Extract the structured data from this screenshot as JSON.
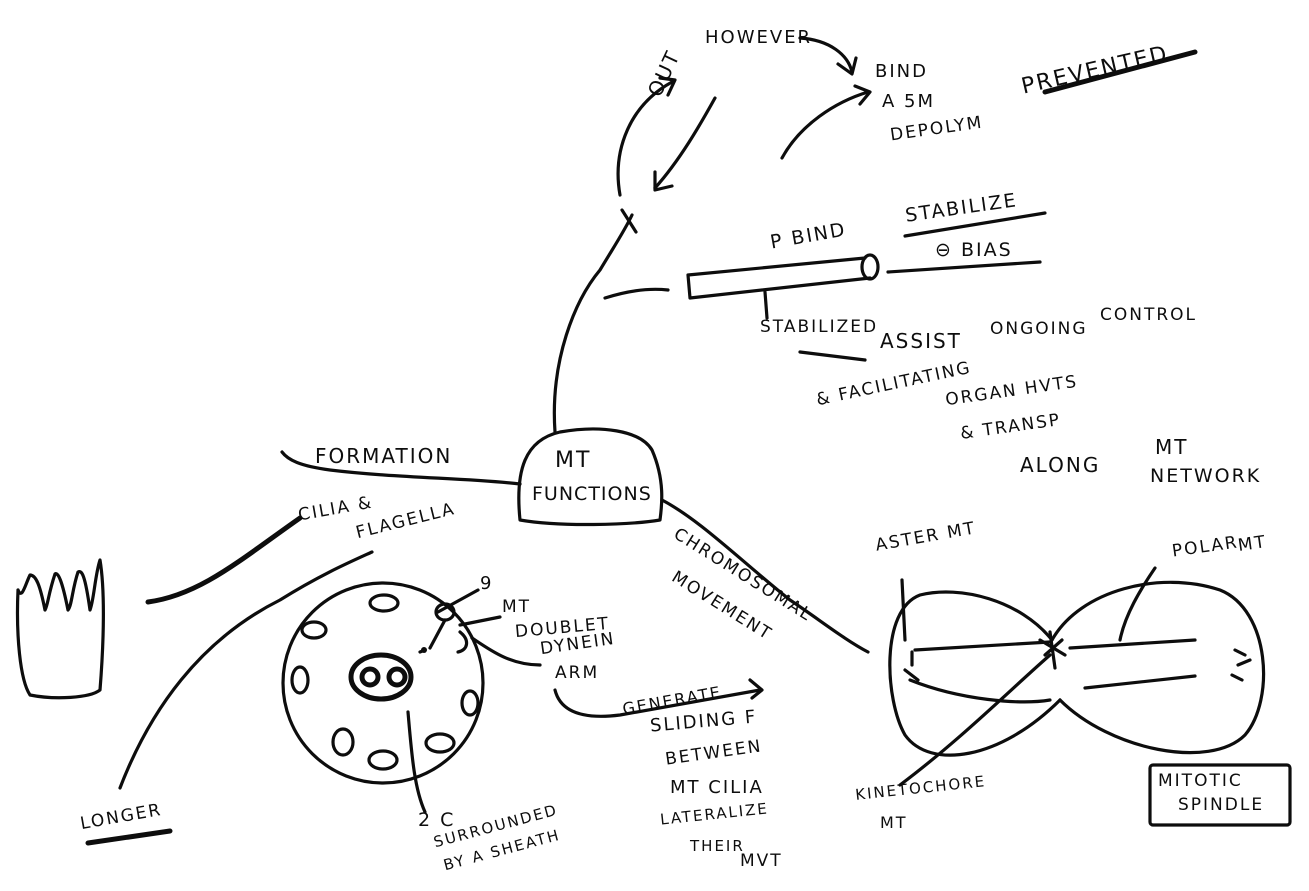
{
  "center": {
    "line1": "MT",
    "line2": "FUNCTIONS"
  },
  "top_branch": {
    "out": "OUT",
    "however": "HOWEVER",
    "bind_a": "BIND",
    "bind_b": "α 5M",
    "depolym": "DEPOLYM",
    "prevented": "PREVENTED",
    "p_bind": "P BIND",
    "stabilize": "STABILIZE",
    "bias": "⊖ BIAS",
    "stabilized": "STABILIZED",
    "assist": "ASSIST",
    "ongoing": "ONGOING",
    "control": "CONTROL",
    "facilitating": "& FACILITATING",
    "organ": "ORGAN HVTS",
    "transp": "& TRANSP",
    "along": "ALONG",
    "mt": "MT",
    "network": "NETWORK"
  },
  "left_branch": {
    "formation": "FORMATION",
    "cilia": "CILIA &",
    "flagella": "FLAGELLA",
    "longer": "LONGER",
    "nine": "9",
    "mt_doublet_1": "MT",
    "mt_doublet_2": "DOUBLET",
    "dynein_1": "DYNEIN",
    "dynein_2": "ARM",
    "gen_1": "GENERATE",
    "gen_2": "SLIDING F",
    "gen_3": "BETWEEN",
    "gen_4": "MT CILIA",
    "gen_5": "LATERALIZE",
    "gen_6": "THEIR",
    "gen_7": "MVT",
    "two_c": "2 C",
    "surrounded": "SURROUNDED",
    "sheath": "BY A SHEATH"
  },
  "right_branch": {
    "chromosomal": "CHROMOSOMAL",
    "movement": "MOVEMENT",
    "aster": "ASTER MT",
    "polar_1": "POLAR",
    "polar_2": "MT",
    "kinetochore_1": "KINETOCHORE",
    "kinetochore_2": "MT",
    "mitotic_1": "MITOTIC",
    "mitotic_2": "SPINDLE"
  }
}
